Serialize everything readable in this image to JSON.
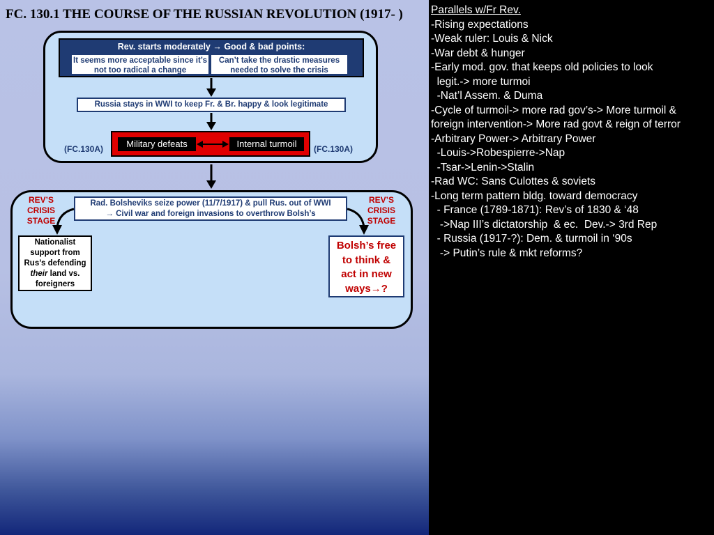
{
  "title": "FC. 130.1 THE COURSE OF THE RUSSIAN REVOLUTION (1917-  )",
  "top_panel": {
    "header": "Rev. starts moderately → Good & bad points:",
    "good_point": "It seems more acceptable since it’s not too radical a change",
    "bad_point": "Can’t take the drastic measures needed to solve the crisis",
    "wwi_box": "Russia stays in WWI to keep Fr. & Br. happy & look legitimate",
    "military_defeats": "Military defeats",
    "internal_turmoil": "Internal turmoil",
    "ref_left": "(FC.130A)",
    "ref_right": "(FC.130A)"
  },
  "bottom_panel": {
    "bolshevik_box_line1": "Rad. Bolsheviks seize power (11/7/1917) & pull Rus. out of WWI",
    "bolshevik_box_line2": "→ Civil war and foreign invasions to overthrow Bolsh’s",
    "crisis_left": [
      "REV’S",
      "CRISIS",
      "STAGE"
    ],
    "crisis_right": [
      "REV’S",
      "CRISIS",
      "STAGE"
    ],
    "nationalist_lines": [
      "Nationalist",
      "support from",
      "Rus’s defending"
    ],
    "nationalist_their": "their",
    "nationalist_rest": " land vs.",
    "nationalist_last": "foreigners",
    "bolsh_free_lines": [
      "Bolsh’s free",
      "to think &",
      "act in new",
      "ways→?"
    ]
  },
  "notes": [
    "Parallels w/Fr Rev.",
    "-Rising expectations",
    "-Weak ruler: Louis & Nick",
    "-War debt & hunger",
    "-Early mod. gov. that  keeps old  policies to look",
    "  legit.-> more turmoi",
    "  -Nat’l Assem. & Duma",
    "-Cycle of turmoil-> more rad gov’s-> More turmoil  &",
    "foreign intervention-> More rad govt & reign of terror",
    "-Arbitrary Power-> Arbitrary Power",
    "  -Louis->Robespierre->Nap",
    "  -Tsar->Lenin->Stalin",
    "-Rad WC: Sans Culottes & soviets",
    "-Long term pattern bldg. toward democracy",
    "  - France (1789-1871): Rev’s of 1830 & ‘48",
    "   ->Nap III’s dictatorship  & ec.  Dev.-> 3rd Rep",
    "  - Russia (1917-?): Dem. & turmoil in ‘90s",
    "   -> Putin’s rule & mkt reforms?"
  ]
}
